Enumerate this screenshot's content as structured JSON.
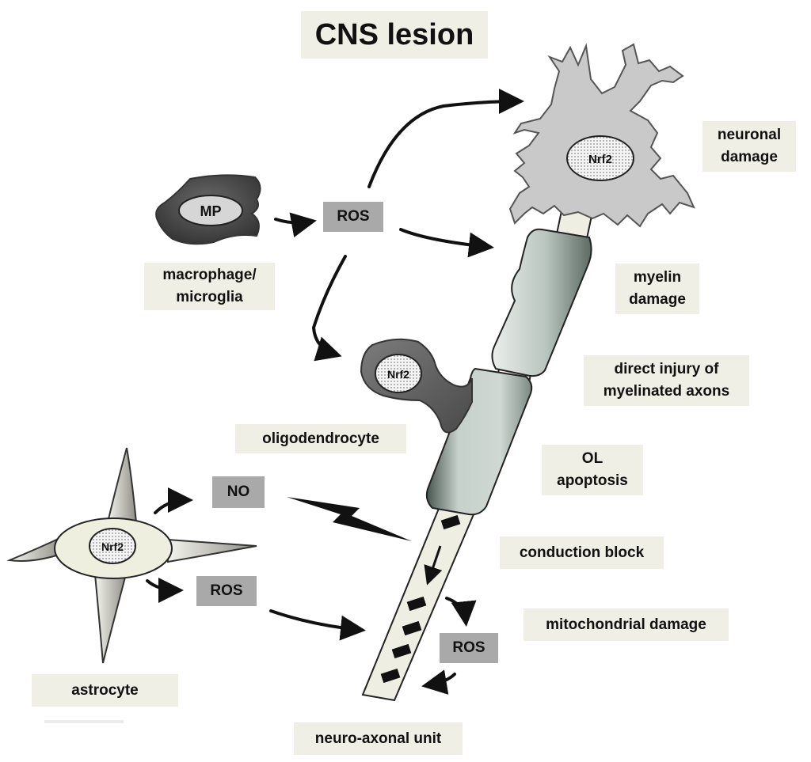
{
  "title": "CNS lesion",
  "cells": {
    "macrophage": {
      "nucleus": "MP",
      "label_line1": "macrophage/",
      "label_line2": "microglia"
    },
    "neuron": {
      "nucleus": "Nrf2"
    },
    "oligodendrocyte": {
      "nucleus": "Nrf2",
      "label": "oligodendrocyte"
    },
    "astrocyte": {
      "nucleus": "Nrf2",
      "label": "astrocyte"
    }
  },
  "mediators": {
    "ros_macrophage": "ROS",
    "no_astrocyte": "NO",
    "ros_astrocyte": "ROS",
    "ros_mito": "ROS"
  },
  "outcomes": {
    "neuronal_damage": [
      "neuronal",
      "damage"
    ],
    "myelin_damage": [
      "myelin",
      "damage"
    ],
    "direct_injury": [
      "direct injury of",
      "myelinated axons"
    ],
    "ol_apoptosis": [
      "OL",
      "apoptosis"
    ],
    "conduction_block": "conduction block",
    "mitochondrial_damage": "mitochondrial damage"
  },
  "unit_label": "neuro-axonal unit",
  "colors": {
    "label_bg": "#efefe6",
    "mediator_bg": "#a9a9a9",
    "neuron": "#c8c8c8",
    "myelin": "#a8b4ae",
    "axon": "#efeee2"
  }
}
